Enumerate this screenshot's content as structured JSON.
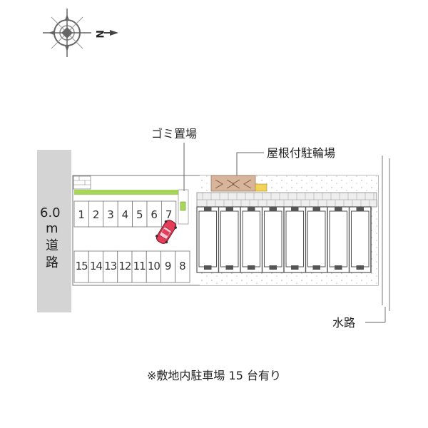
{
  "compass": {
    "icon": "compass-icon",
    "north_letter": "N"
  },
  "labels": {
    "garbage": "ゴミ置場",
    "roofed_bike": "屋根付駐輪場",
    "road_width": "6.0",
    "road_unit": "m",
    "road_word_1": "道",
    "road_word_2": "路",
    "waterway": "水路",
    "footer": "※敷地内駐車場 15 台有り"
  },
  "parking": {
    "top_row": [
      "1",
      "2",
      "3",
      "4",
      "5",
      "6",
      "7"
    ],
    "bottom_row": [
      "15",
      "14",
      "13",
      "12",
      "11",
      "10",
      "9",
      "8"
    ],
    "highlighted_car_icon": "car-icon",
    "total_spaces": 15
  },
  "colors": {
    "road": "#d4d4d4",
    "green_strip": "#a6d65a",
    "bike_shelter": "#d8b49a",
    "car": "#e43c59",
    "outline": "#555555"
  }
}
